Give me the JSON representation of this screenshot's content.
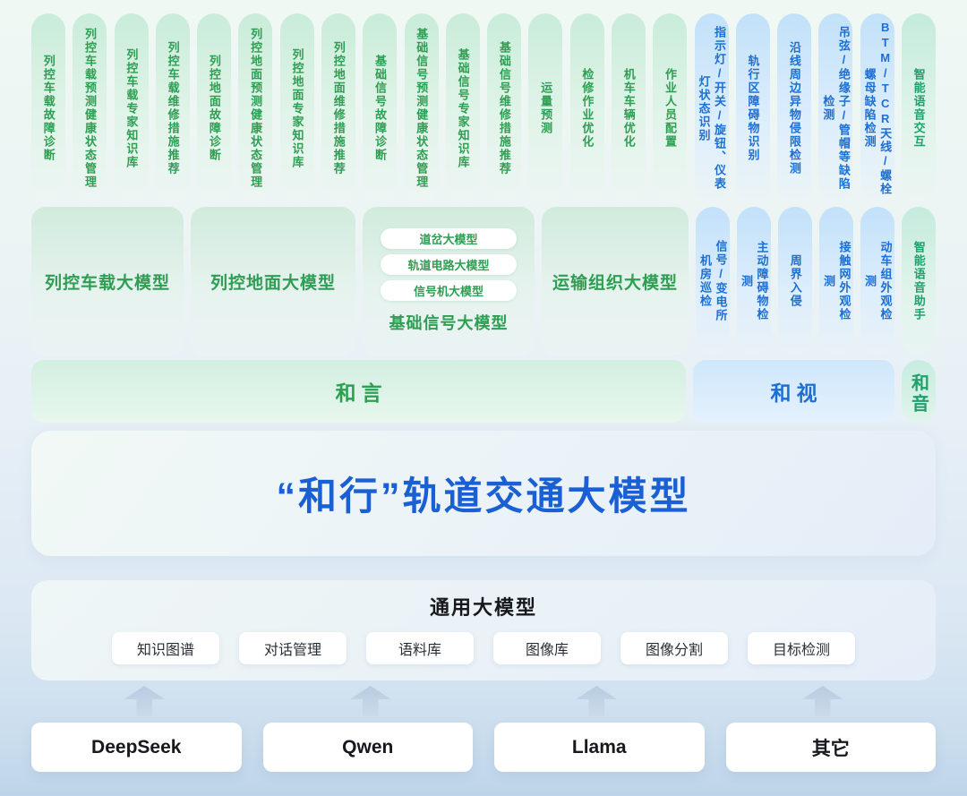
{
  "top_pills": [
    {
      "label": "列控车载故障诊断",
      "color": "green"
    },
    {
      "label": "列控车载预测健康状态管理",
      "color": "green"
    },
    {
      "label": "列控车载专家知识库",
      "color": "green"
    },
    {
      "label": "列控车载维修措施推荐",
      "color": "green"
    },
    {
      "label": "列控地面故障诊断",
      "color": "green"
    },
    {
      "label": "列控地面预测健康状态管理",
      "color": "green"
    },
    {
      "label": "列控地面专家知识库",
      "color": "green"
    },
    {
      "label": "列控地面维修措施推荐",
      "color": "green"
    },
    {
      "label": "基础信号故障诊断",
      "color": "green"
    },
    {
      "label": "基础信号预测健康状态管理",
      "color": "green"
    },
    {
      "label": "基础信号专家知识库",
      "color": "green"
    },
    {
      "label": "基础信号维修措施推荐",
      "color": "green"
    },
    {
      "label": "运量预测",
      "color": "green"
    },
    {
      "label": "检修作业优化",
      "color": "green"
    },
    {
      "label": "机车车辆优化",
      "color": "green"
    },
    {
      "label": "作业人员配置",
      "color": "green"
    },
    {
      "label": "指示灯/开关/旋钮、仪表灯状态识别",
      "color": "blue"
    },
    {
      "label": "轨行区障碍物识别",
      "color": "blue"
    },
    {
      "label": "沿线周边异物侵限检测",
      "color": "blue"
    },
    {
      "label": "吊弦/绝缘子/管帽等缺陷检测",
      "color": "blue"
    },
    {
      "label": "BTM/TCR天线/螺栓螺母缺陷检测",
      "color": "blue"
    },
    {
      "label": "智能语音交互",
      "color": "teal"
    }
  ],
  "model_row": {
    "cards": [
      {
        "label": "列控车载大模型"
      },
      {
        "label": "列控地面大模型"
      },
      {
        "label": "基础信号大模型",
        "sub_pills": [
          "道岔大模型",
          "轨道电路大模型",
          "信号机大模型"
        ]
      },
      {
        "label": "运输组织大模型"
      }
    ],
    "pills": [
      {
        "label": "信号/变电所机房巡检",
        "color": "blue"
      },
      {
        "label": "主动障碍物检测",
        "color": "blue"
      },
      {
        "label": "周界入侵",
        "color": "blue"
      },
      {
        "label": "接触网外观检测",
        "color": "blue"
      },
      {
        "label": "动车组外观检测",
        "color": "blue"
      },
      {
        "label": "智能语音助手",
        "color": "teal"
      }
    ]
  },
  "layer_bars": {
    "heyan": "和言",
    "heshi": "和视",
    "heyin": "和音"
  },
  "main_title": "“和行”轨道交通大模型",
  "general_model": {
    "title": "通用大模型",
    "pills": [
      "知识图谱",
      "对话管理",
      "语料库",
      "图像库",
      "图像分割",
      "目标检测"
    ]
  },
  "base_models": [
    "DeepSeek",
    "Qwen",
    "Llama",
    "其它"
  ],
  "colors": {
    "green_text": "#2e9e52",
    "blue_text": "#1e6fd2",
    "teal_text": "#21a06c",
    "title_blue": "#1a5fd3"
  }
}
